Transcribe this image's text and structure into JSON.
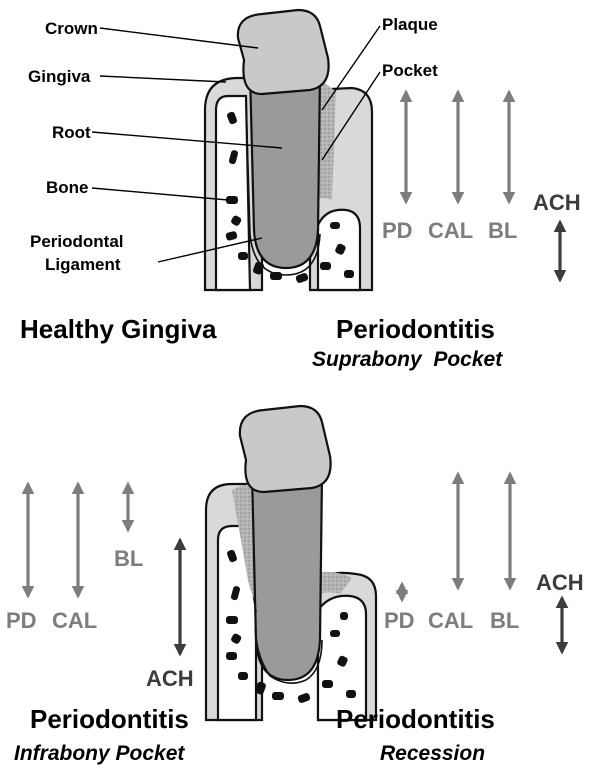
{
  "colors": {
    "measure": "#7d7d7d",
    "measure_dark": "#3c3c3c",
    "gum": "#d9d9d9",
    "root": "#9a9a9a",
    "crown": "#c9c9c9"
  },
  "top_left": {
    "labels": {
      "crown": "Crown",
      "gingiva": "Gingiva",
      "root": "Root",
      "bone": "Bone",
      "ligament_line1": "Periodontal",
      "ligament_line2": "Ligament",
      "plaque": "Plaque",
      "pocket": "Pocket"
    },
    "caption": "Healthy Gingiva"
  },
  "top_right": {
    "measures": {
      "pd": "PD",
      "cal": "CAL",
      "bl": "BL",
      "ach": "ACH"
    },
    "caption": "Periodontitis",
    "subcaption": "Suprabony  Pocket"
  },
  "bottom_left": {
    "measures": {
      "pd": "PD",
      "cal": "CAL",
      "bl": "BL",
      "ach": "ACH"
    },
    "caption": "Periodontitis",
    "subcaption": "Infrabony Pocket"
  },
  "bottom_right": {
    "measures": {
      "pd": "PD",
      "cal": "CAL",
      "bl": "BL",
      "ach": "ACH"
    },
    "caption": "Periodontitis",
    "subcaption": "Recession"
  }
}
